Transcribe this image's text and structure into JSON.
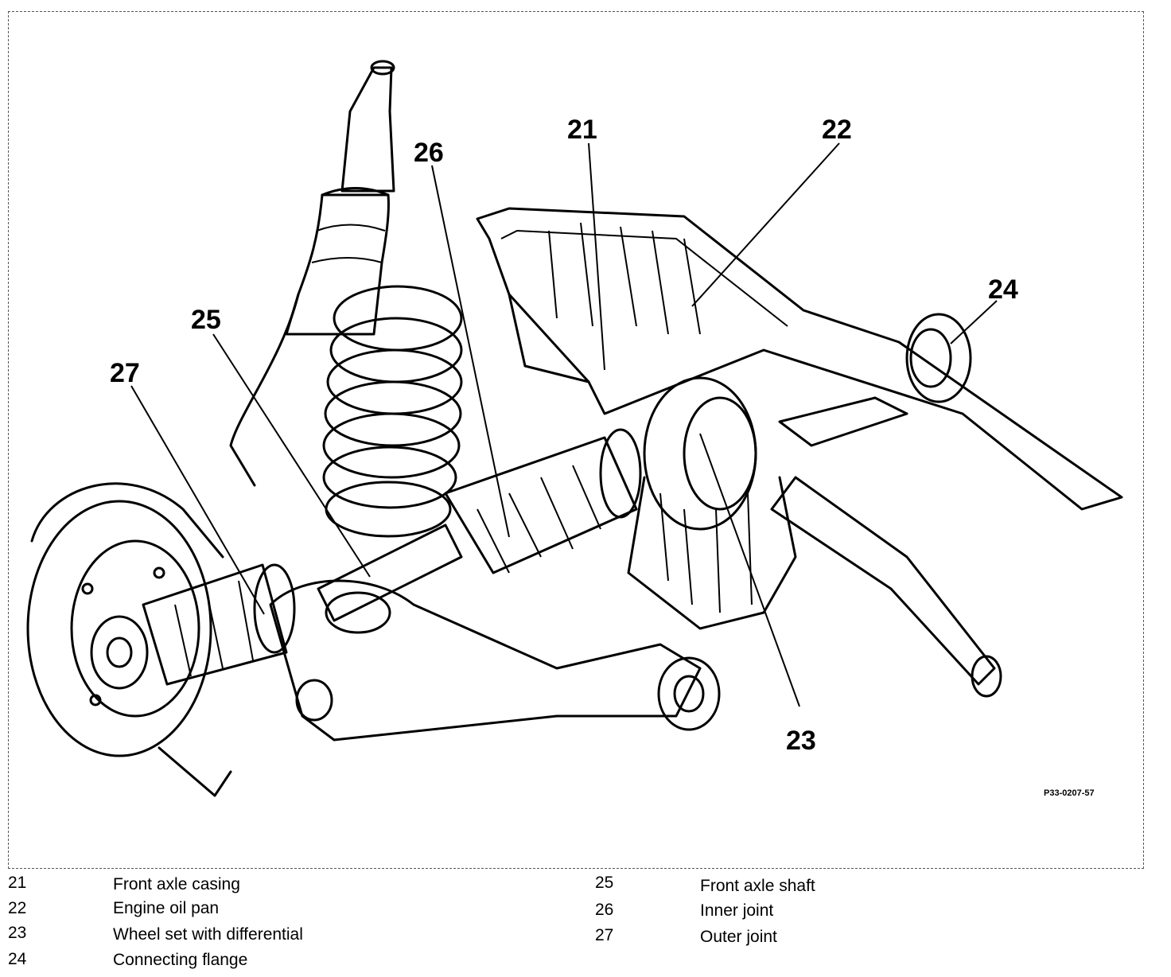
{
  "figure": {
    "reference_code": "P33-0207-57",
    "callouts": [
      {
        "number": "21"
      },
      {
        "number": "22"
      },
      {
        "number": "23"
      },
      {
        "number": "24"
      },
      {
        "number": "25"
      },
      {
        "number": "26"
      },
      {
        "number": "27"
      }
    ]
  },
  "legend": {
    "items": [
      {
        "number": "21",
        "label": "Front axle casing"
      },
      {
        "number": "22",
        "label": "Engine oil pan"
      },
      {
        "number": "23",
        "label": "Wheel set with differential"
      },
      {
        "number": "24",
        "label": "Connecting flange"
      },
      {
        "number": "25",
        "label": "Front axle shaft"
      },
      {
        "number": "26",
        "label": "Inner joint"
      },
      {
        "number": "27",
        "label": "Outer joint"
      }
    ]
  }
}
